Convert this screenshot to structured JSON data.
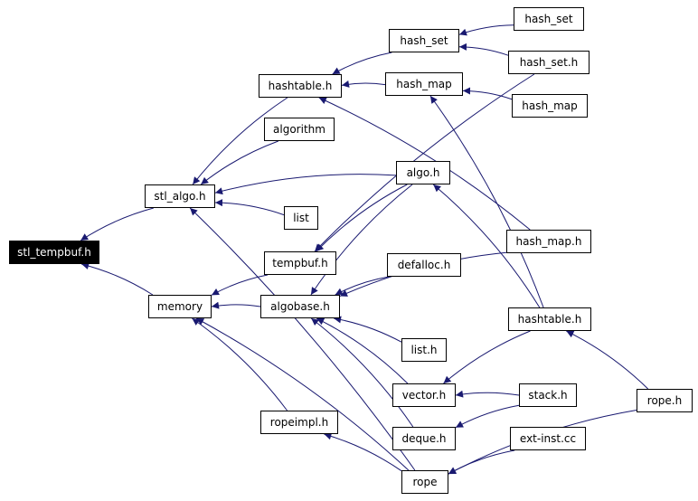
{
  "colors": {
    "edge": "#191970",
    "node_border": "#000000",
    "root_fill": "#000000",
    "root_text": "#ffffff"
  },
  "nodes": {
    "stl_tempbuf_h": "stl_tempbuf.h",
    "stl_algo_h": "stl_algo.h",
    "memory": "memory",
    "hashtable_h_1": "hashtable.h",
    "algorithm": "algorithm",
    "list": "list",
    "tempbuf_h": "tempbuf.h",
    "algobase_h": "algobase.h",
    "ropeimpl_h": "ropeimpl.h",
    "rope_1": "rope",
    "hash_set_1": "hash_set",
    "hash_map_1": "hash_map",
    "algo_h": "algo.h",
    "defalloc_h": "defalloc.h",
    "list_h": "list.h",
    "vector_h": "vector.h",
    "deque_h": "deque.h",
    "hash_set_2": "hash_set",
    "hash_set_h": "hash_set.h",
    "hash_map_2": "hash_map",
    "hash_map_h": "hash_map.h",
    "hashtable_h_2": "hashtable.h",
    "stack_h": "stack.h",
    "ext_inst_cc": "ext-inst.cc",
    "rope_h": "rope.h"
  },
  "edges": [
    [
      "stl_algo_h",
      "stl_tempbuf_h"
    ],
    [
      "memory",
      "stl_tempbuf_h"
    ],
    [
      "hashtable_h_1",
      "stl_algo_h"
    ],
    [
      "algorithm",
      "stl_algo_h"
    ],
    [
      "algo_h",
      "stl_algo_h"
    ],
    [
      "list",
      "stl_algo_h"
    ],
    [
      "rope_1",
      "stl_algo_h"
    ],
    [
      "tempbuf_h",
      "memory"
    ],
    [
      "algobase_h",
      "memory"
    ],
    [
      "ropeimpl_h",
      "memory"
    ],
    [
      "rope_1",
      "memory"
    ],
    [
      "hash_set_1",
      "hashtable_h_1"
    ],
    [
      "hash_map_1",
      "hashtable_h_1"
    ],
    [
      "hash_map_h",
      "hashtable_h_1"
    ],
    [
      "algo_h",
      "tempbuf_h"
    ],
    [
      "hash_set_h",
      "tempbuf_h"
    ],
    [
      "algo_h",
      "algobase_h"
    ],
    [
      "defalloc_h",
      "algobase_h"
    ],
    [
      "hash_map_h",
      "algobase_h"
    ],
    [
      "list_h",
      "algobase_h"
    ],
    [
      "vector_h",
      "algobase_h"
    ],
    [
      "deque_h",
      "algobase_h"
    ],
    [
      "rope_1",
      "ropeimpl_h"
    ],
    [
      "hash_set_2",
      "hash_set_1"
    ],
    [
      "hash_set_h",
      "hash_set_1"
    ],
    [
      "hash_map_2",
      "hash_map_1"
    ],
    [
      "hashtable_h_2",
      "hash_map_1"
    ],
    [
      "hashtable_h_2",
      "algo_h"
    ],
    [
      "hashtable_h_2",
      "vector_h"
    ],
    [
      "stack_h",
      "vector_h"
    ],
    [
      "stack_h",
      "deque_h"
    ],
    [
      "ext_inst_cc",
      "rope_1"
    ],
    [
      "rope_h",
      "rope_1"
    ],
    [
      "rope_h",
      "hashtable_h_2"
    ]
  ]
}
